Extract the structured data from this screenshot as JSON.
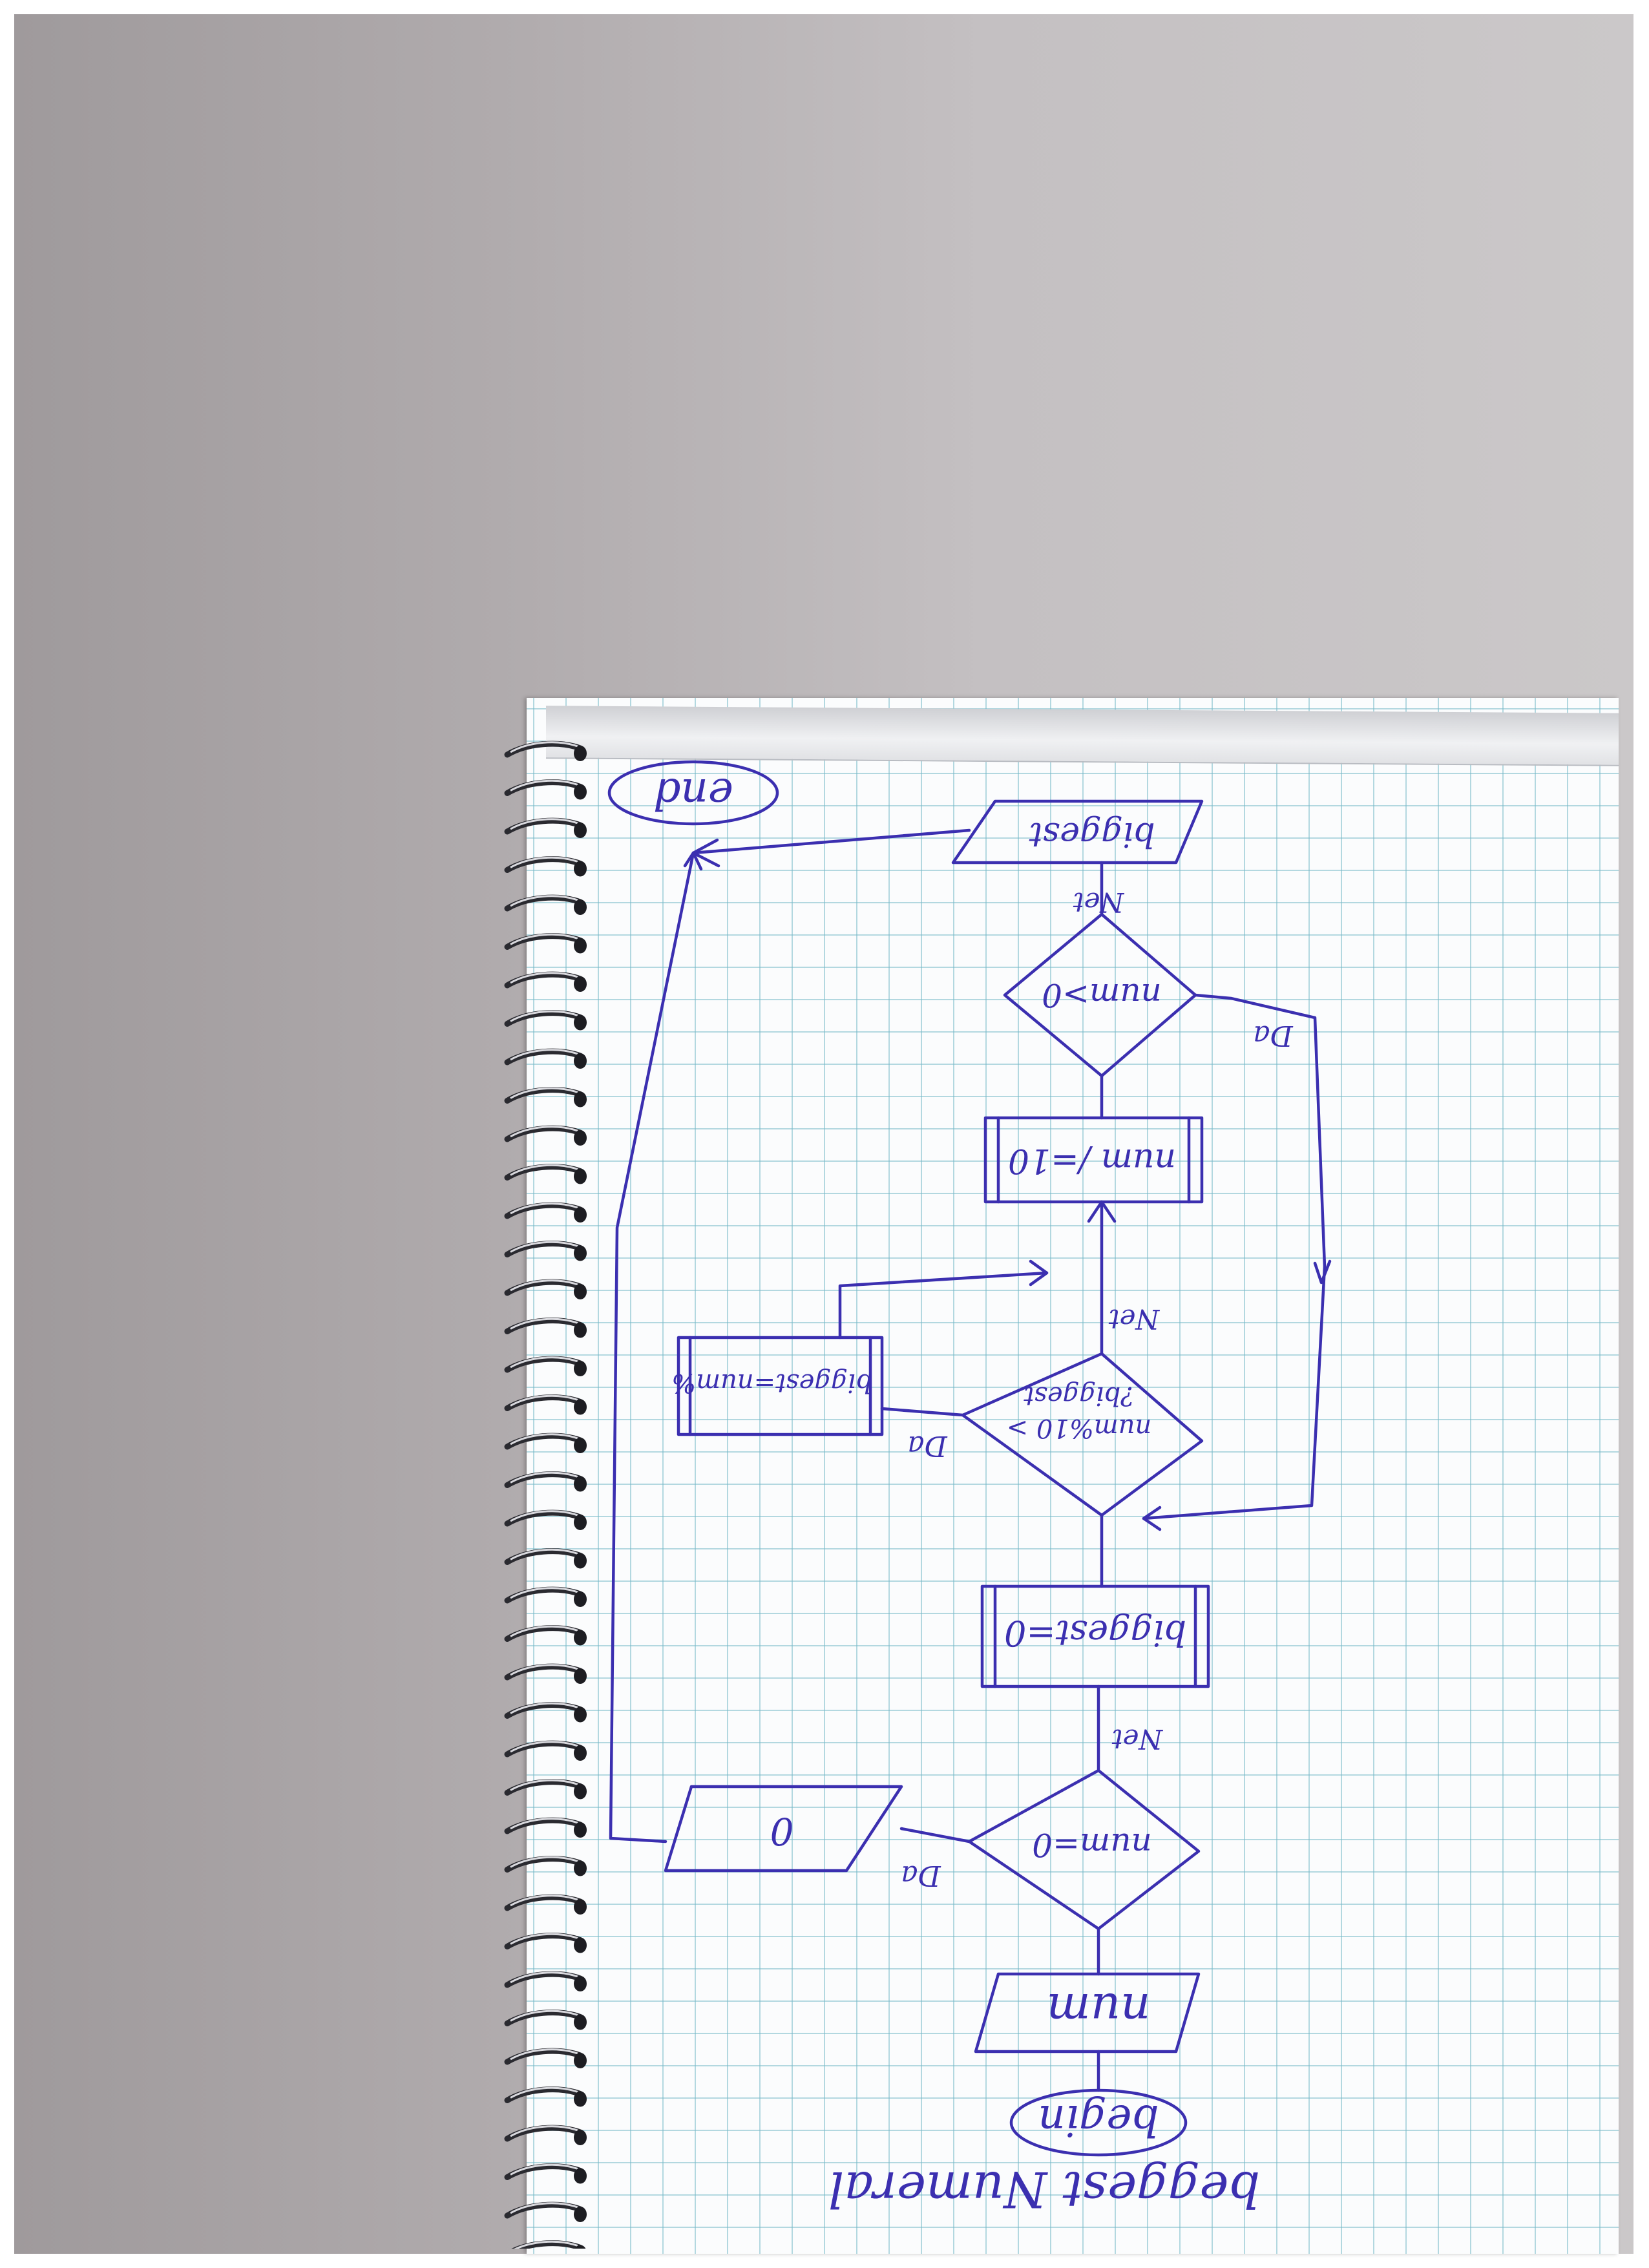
{
  "diagram": {
    "title": "beggest Numeral",
    "nodes": {
      "begin": "begin",
      "input_num": "num",
      "check_zero": "num=0",
      "output_zero": "0",
      "init_biggest": "biggest=0",
      "compare_digit": {
        "line1": "num%10 >",
        "line2": "?biggest"
      },
      "assign_biggest": "biggest=num%",
      "divide": "num /=10",
      "loop_check": "num>0",
      "output_biggest": "biggest",
      "end": "end"
    },
    "branch_labels": {
      "check_zero_yes": "Da",
      "check_zero_no": "Net",
      "compare_yes": "Da",
      "compare_no": "Net",
      "loop_yes": "Da",
      "loop_no": "Net"
    }
  },
  "colors": {
    "ink": "#3b2fb0",
    "grid": "#78b9c8"
  }
}
